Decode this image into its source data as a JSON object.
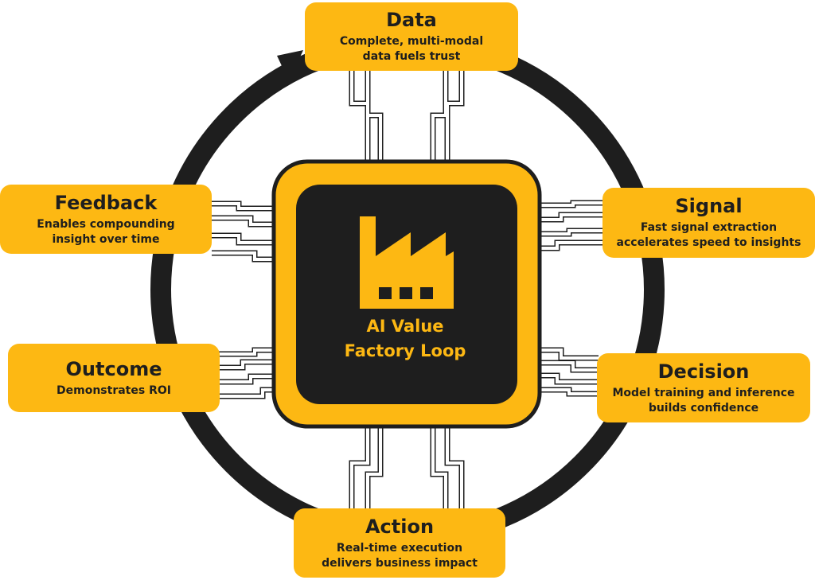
{
  "center": {
    "line1": "AI Value",
    "line2": "Factory Loop",
    "icon": "factory-icon"
  },
  "stages": {
    "data": {
      "title": "Data",
      "line1": "Complete, multi-modal",
      "line2": "data fuels trust"
    },
    "signal": {
      "title": "Signal",
      "line1": "Fast signal extraction",
      "line2": "accelerates speed to insights"
    },
    "decision": {
      "title": "Decision",
      "line1": "Model training and inference",
      "line2": "builds confidence"
    },
    "action": {
      "title": "Action",
      "line1": "Real-time execution",
      "line2": "delivers business impact"
    },
    "outcome": {
      "title": "Outcome",
      "line1": "Demonstrates ROI"
    },
    "feedback": {
      "title": "Feedback",
      "line1": "Enables compounding",
      "line2": "insight over time"
    }
  },
  "colors": {
    "accent": "#FDB813",
    "dark": "#1e1e1e",
    "background": "#ffffff"
  }
}
